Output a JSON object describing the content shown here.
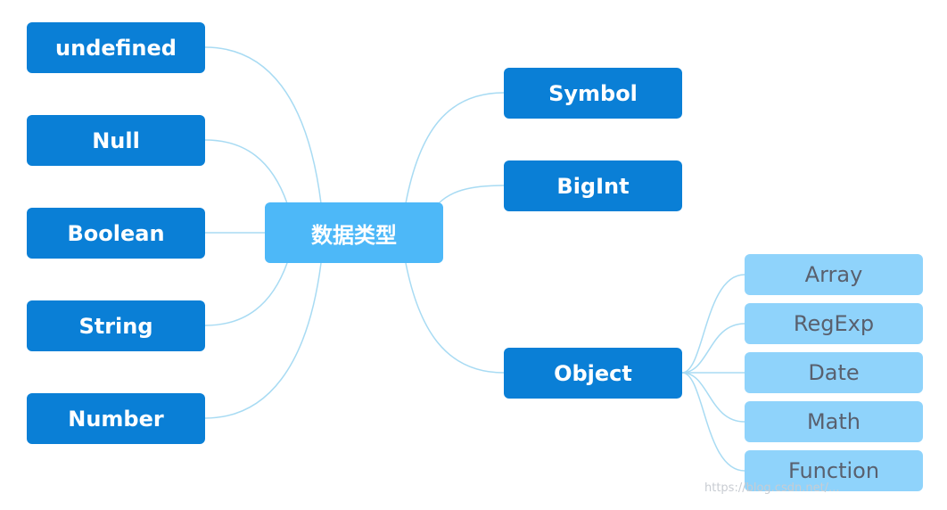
{
  "diagram": {
    "root": "数据类型",
    "left_nodes": [
      "undefined",
      "Null",
      "Boolean",
      "String",
      "Number"
    ],
    "right_nodes": [
      "Symbol",
      "BigInt",
      "Object"
    ],
    "object_children": [
      "Array",
      "RegExp",
      "Date",
      "Math",
      "Function"
    ]
  },
  "colors": {
    "primary_node": "#0a7fd6",
    "root_node": "#4db8f8",
    "child_node": "#8fd3fb",
    "connector": "#a8dbf3"
  },
  "watermark": "https://blog.csdn.net/..."
}
